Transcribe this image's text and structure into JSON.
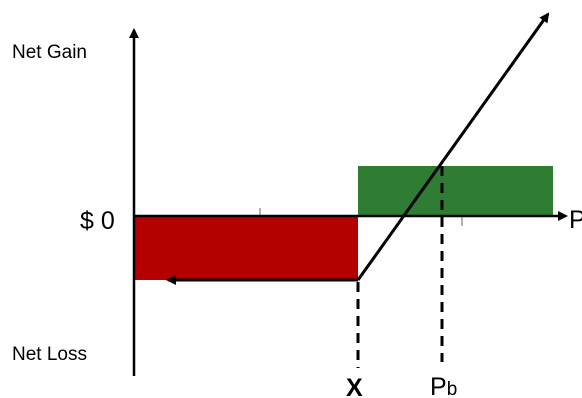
{
  "diagram": {
    "y_axis_top_label": "Net Gain",
    "y_axis_bottom_label": "Net Loss",
    "zero_label": "$ 0",
    "x_axis_label": "P",
    "strike_label": "X",
    "breakeven_label_main": "P",
    "breakeven_label_sub": "b",
    "colors": {
      "loss_region": "#b50000",
      "gain_region": "#2e7d32",
      "lines": "#000000"
    }
  }
}
